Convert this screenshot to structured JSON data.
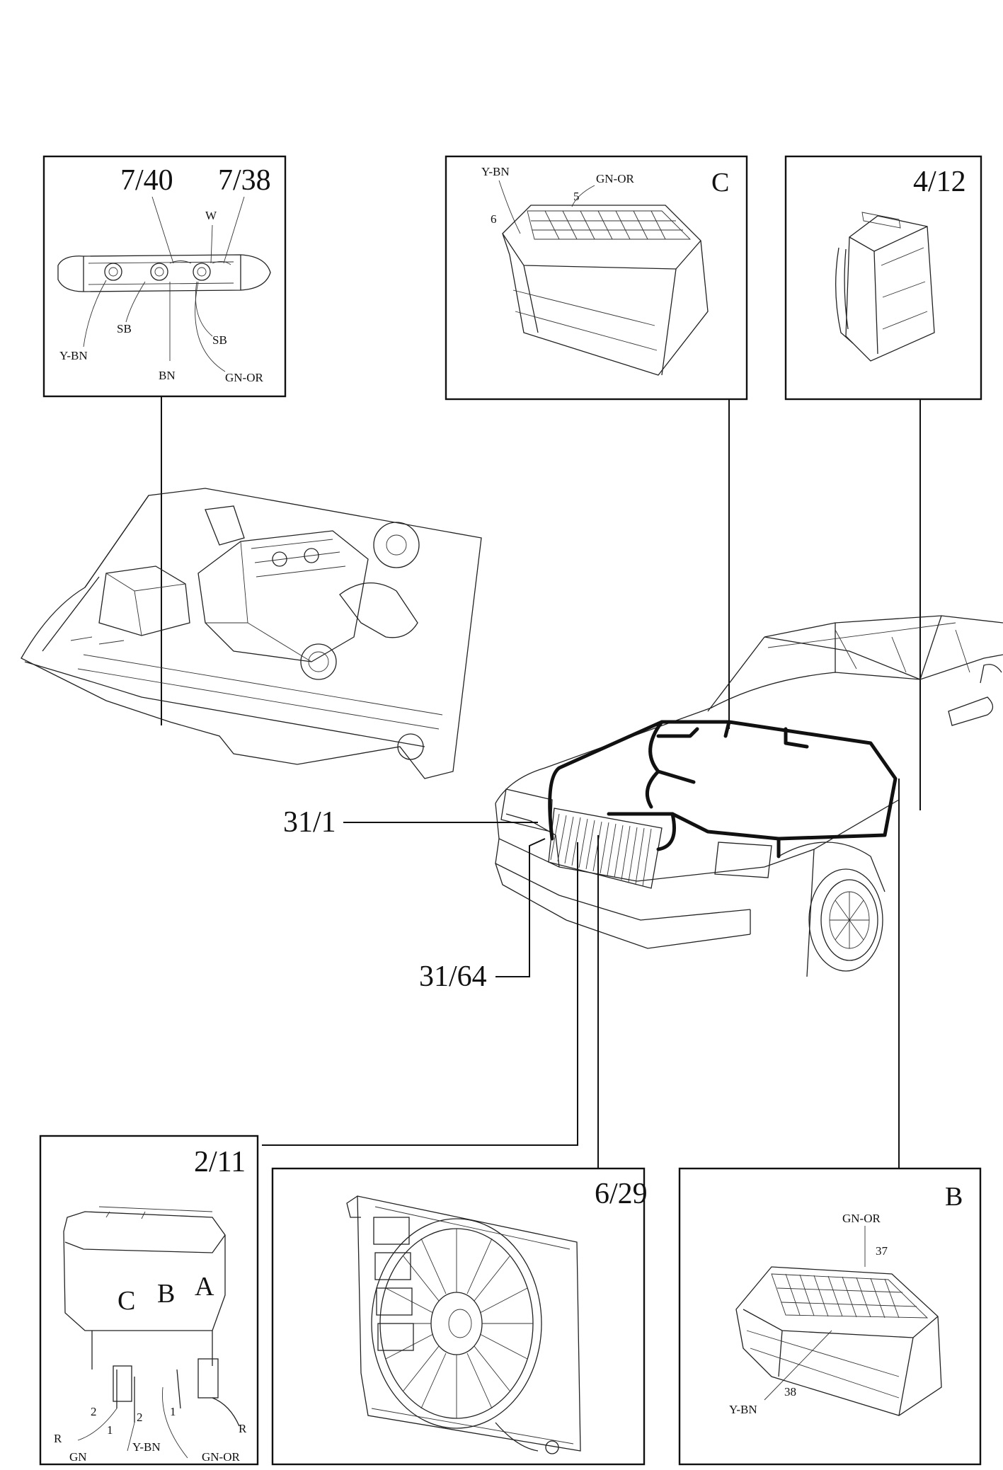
{
  "callouts": {
    "c_7_40": "7/40",
    "c_7_38": "7/38",
    "c_C": "C",
    "c_4_12": "4/12",
    "c_31_1": "31/1",
    "c_31_64": "31/64",
    "c_2_11": "2/11",
    "c_6_29": "6/29",
    "c_B": "B"
  },
  "wires": {
    "top_left": {
      "w": "W",
      "sb1": "SB",
      "ybn": "Y-BN",
      "bn": "BN",
      "sb2": "SB",
      "gnor": "GN-OR"
    },
    "connector_c": {
      "ybn": "Y-BN",
      "gnor": "GN-OR",
      "pin6": "6",
      "pin5": "5"
    },
    "relay_2_11": {
      "A": "A",
      "B": "B",
      "C": "C",
      "r_left": "R",
      "r_right": "R",
      "pin2a": "2",
      "pin1a": "1",
      "pin2b": "2",
      "pin1b": "1",
      "gn": "GN",
      "ybn": "Y-BN",
      "gnor": "GN-OR"
    },
    "connector_b": {
      "gnor": "GN-OR",
      "pin37": "37",
      "pin38": "38",
      "ybn": "Y-BN"
    }
  }
}
